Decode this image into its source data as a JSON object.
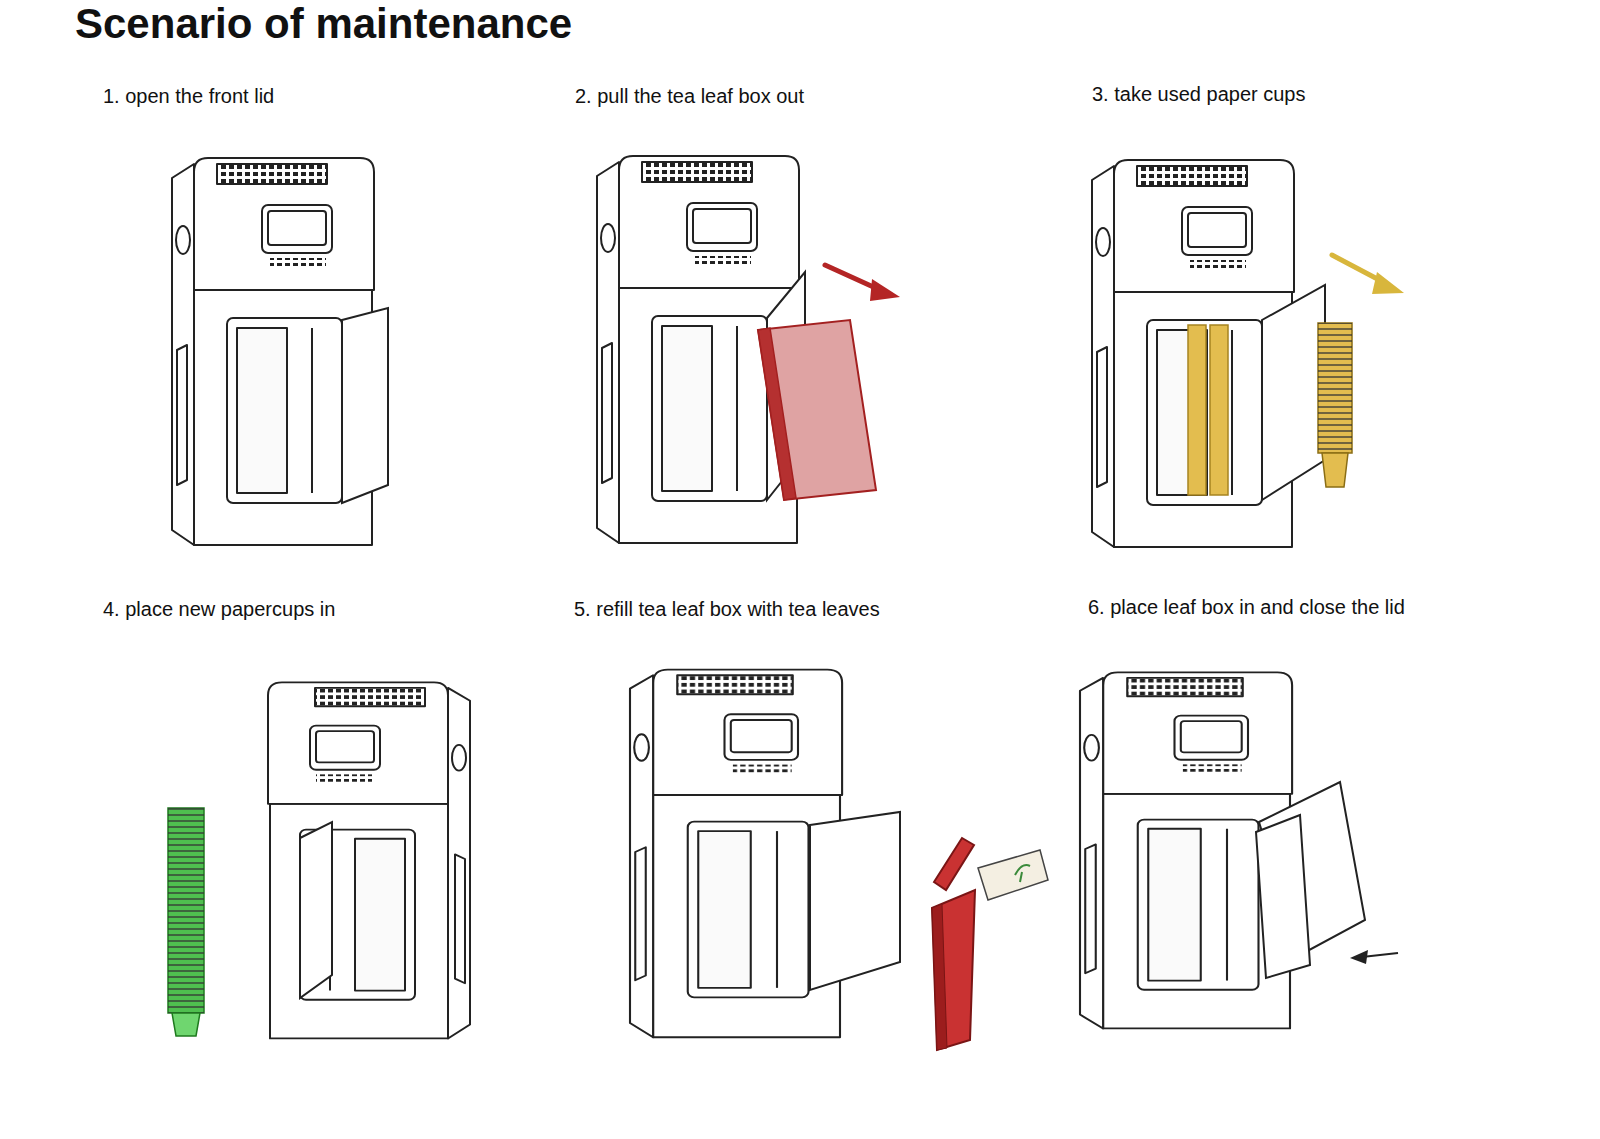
{
  "diagram": {
    "title": "Scenario of maintenance",
    "labels": [
      "1. open the front lid",
      "2. pull the tea leaf box out",
      "3. take used paper cups",
      "4. place new papercups in",
      "5. refill tea leaf box with tea leaves",
      "6. place leaf box in and close the lid"
    ]
  }
}
